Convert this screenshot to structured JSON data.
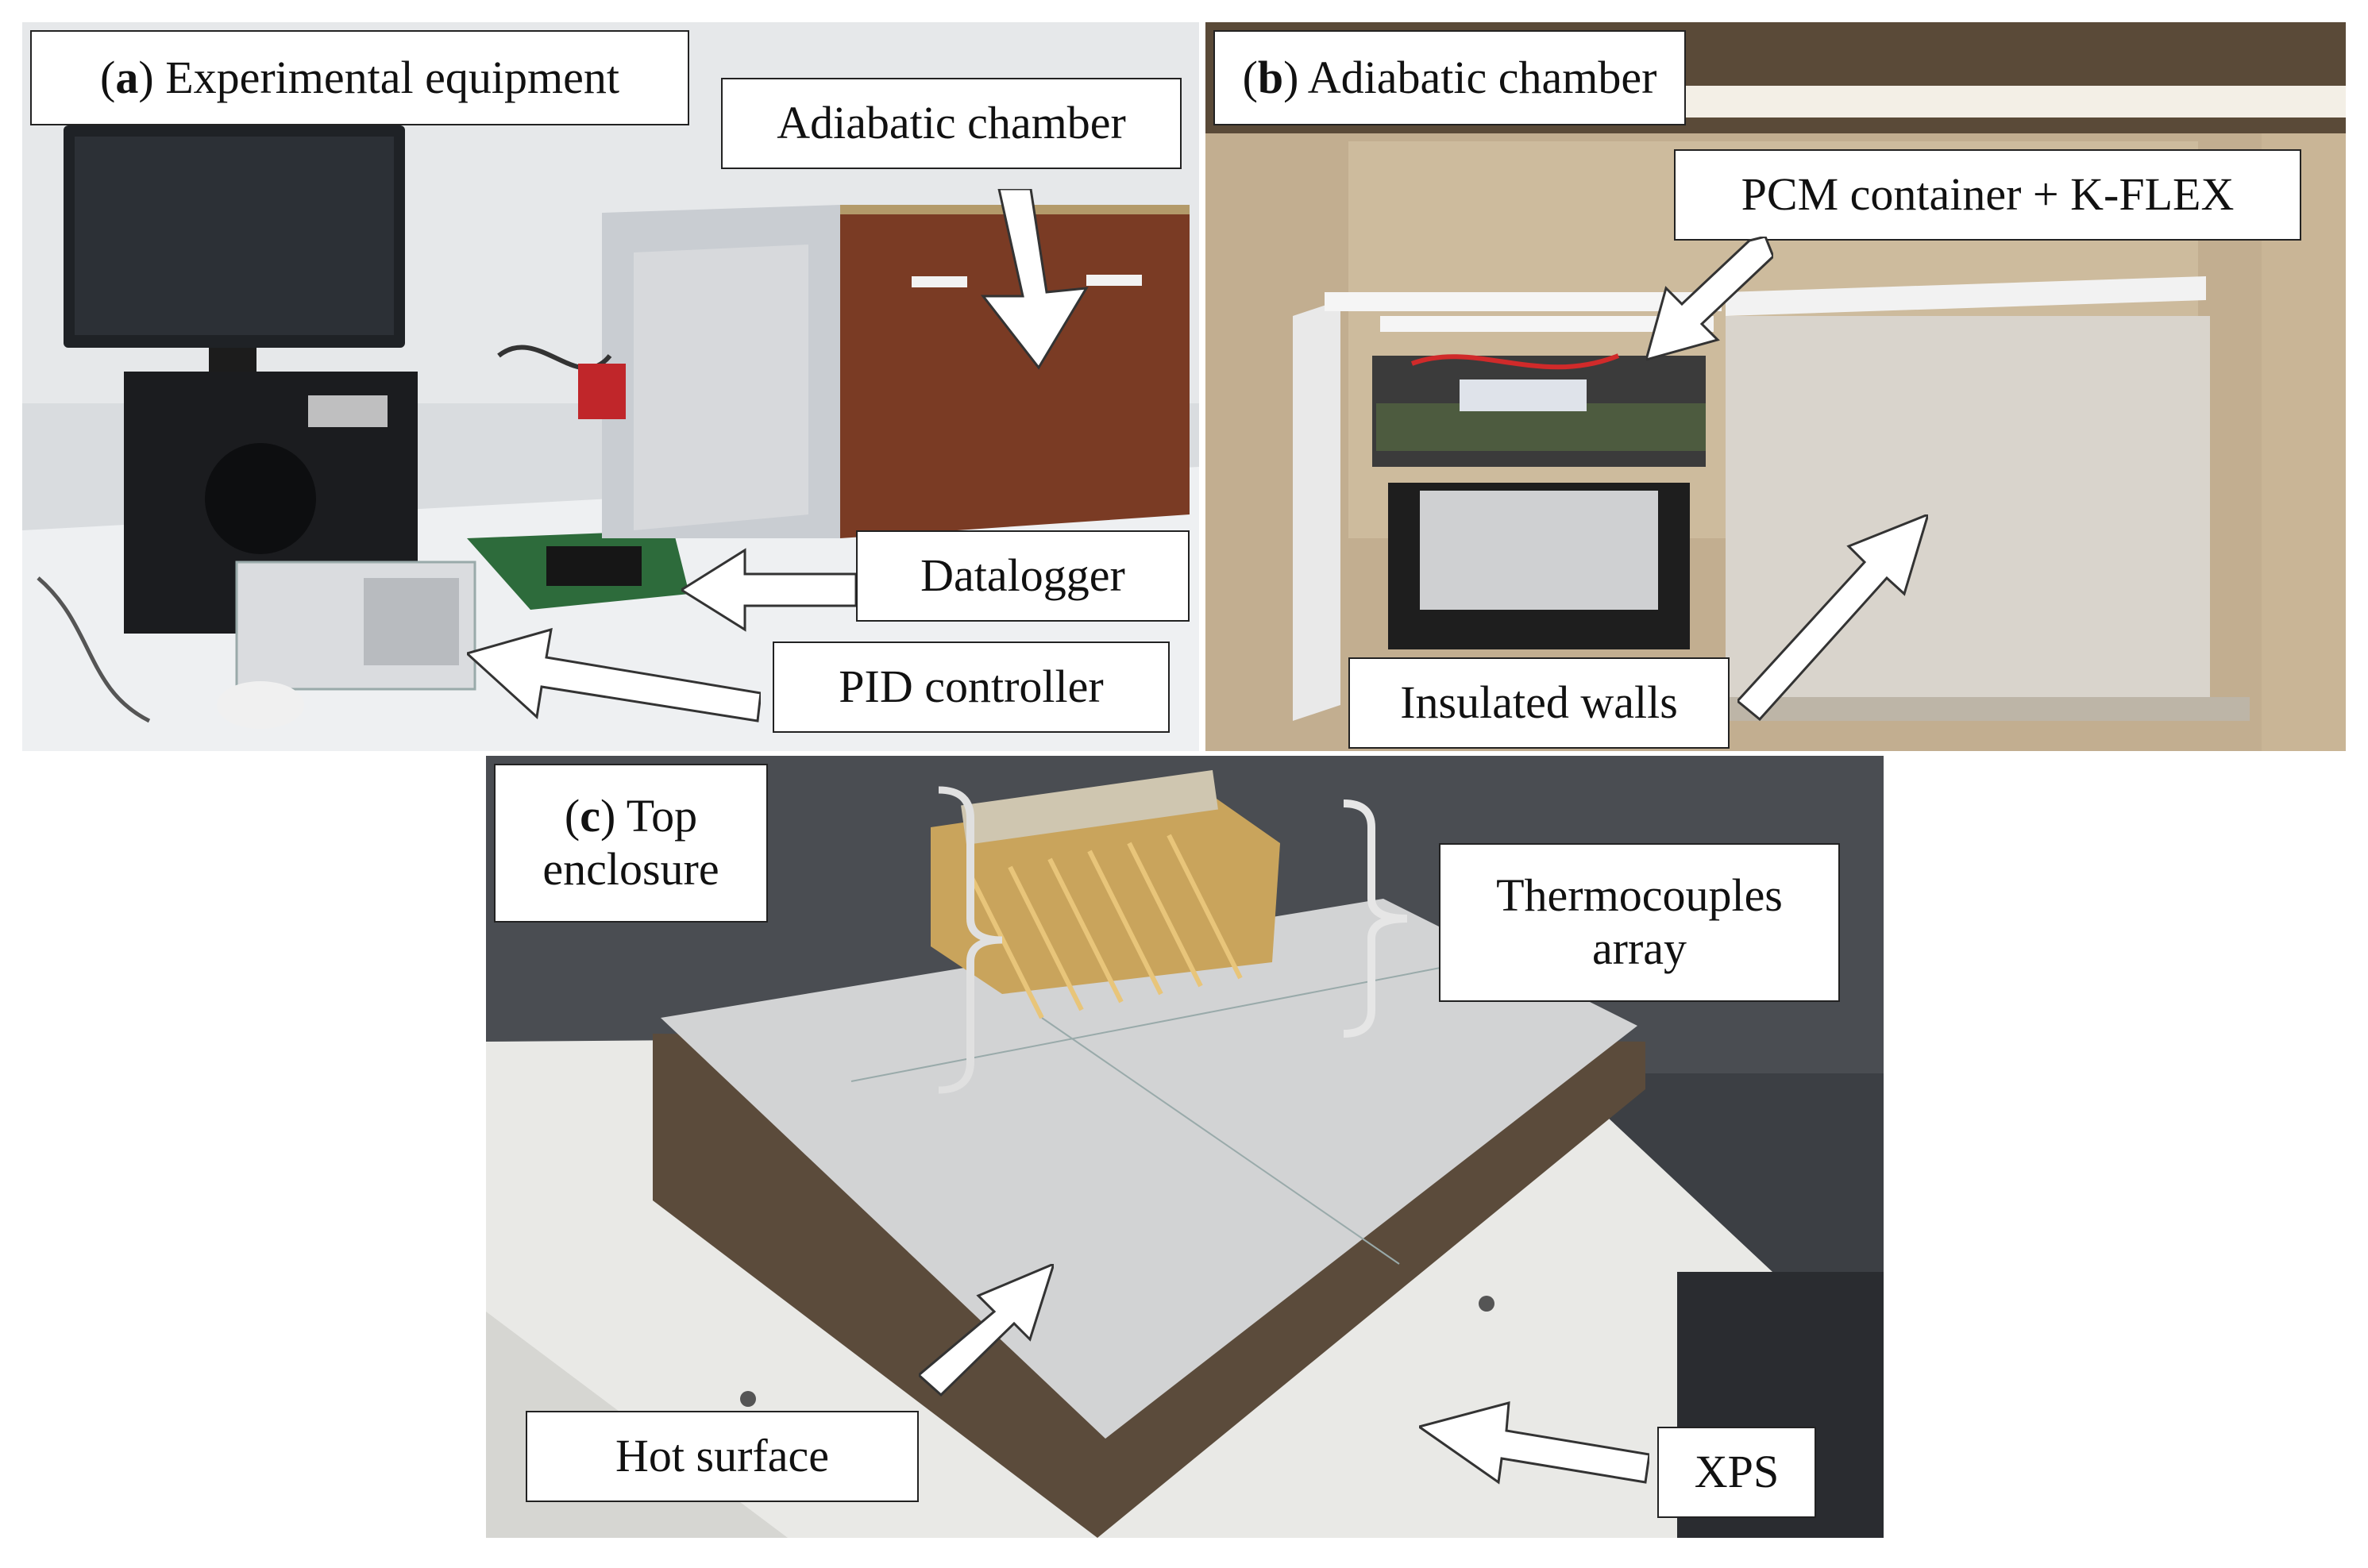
{
  "panel_a": {
    "letter": "a",
    "title": "Experimental equipment",
    "callouts": {
      "chamber": "Adiabatic chamber",
      "datalogger": "Datalogger",
      "pid": "PID controller"
    }
  },
  "panel_b": {
    "letter": "b",
    "title": "Adiabatic chamber",
    "callouts": {
      "pcm": "PCM container + K-FLEX",
      "walls": "Insulated walls"
    }
  },
  "panel_c": {
    "letter": "c",
    "title_line1": "Top",
    "title_line2": "enclosure",
    "callouts": {
      "thermo_line1": "Thermocouples",
      "thermo_line2": "array",
      "hot": "Hot surface",
      "xps": "XPS"
    }
  },
  "colors": {
    "label_bg": "#ffffff",
    "label_border": "#222222",
    "arrow_fill": "#ffffff"
  }
}
